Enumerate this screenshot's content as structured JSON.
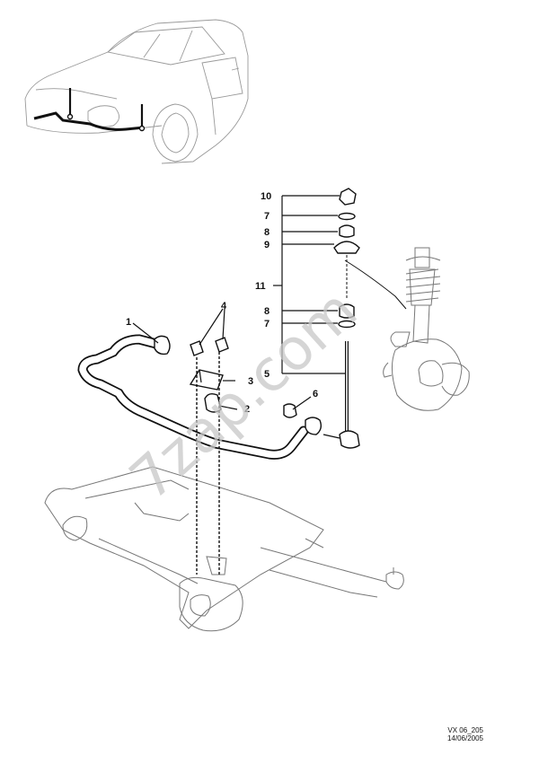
{
  "diagram": {
    "callouts": [
      {
        "id": "c1",
        "label": "1"
      },
      {
        "id": "c2",
        "label": "2"
      },
      {
        "id": "c3",
        "label": "3"
      },
      {
        "id": "c4",
        "label": "4"
      },
      {
        "id": "c5",
        "label": "5"
      },
      {
        "id": "c6",
        "label": "6"
      },
      {
        "id": "c7a",
        "label": "7"
      },
      {
        "id": "c7b",
        "label": "7"
      },
      {
        "id": "c8a",
        "label": "8"
      },
      {
        "id": "c8b",
        "label": "8"
      },
      {
        "id": "c9",
        "label": "9"
      },
      {
        "id": "c10",
        "label": "10"
      },
      {
        "id": "c11",
        "label": "11"
      }
    ],
    "watermark": "7zap.com",
    "reference_code": "VX 06_205",
    "reference_date": "14/06/2005"
  }
}
